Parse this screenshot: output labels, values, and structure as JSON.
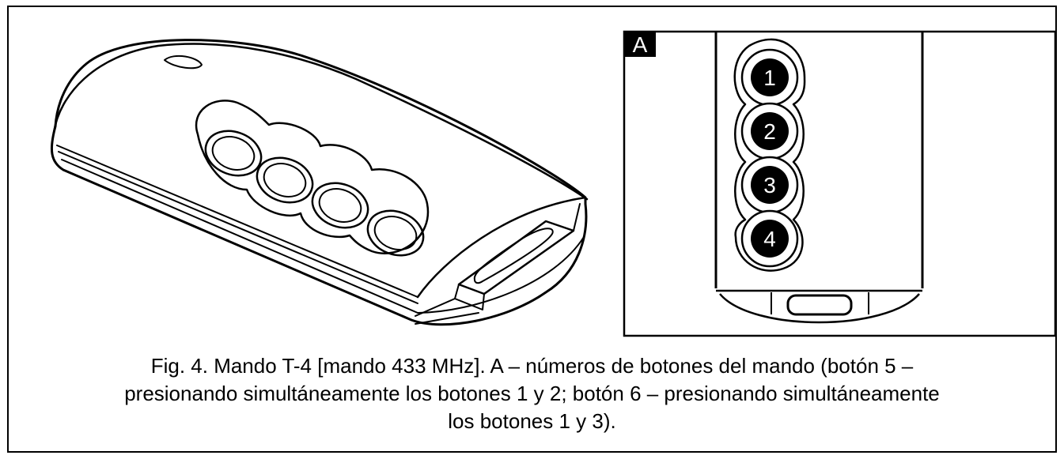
{
  "figure": {
    "inset_label": "A",
    "buttons": [
      "1",
      "2",
      "3",
      "4"
    ],
    "caption_lines": [
      "Fig. 4. Mando T-4 [mando 433 MHz]. A – números de botones del mando (botón 5 –",
      "presionando simultáneamente los botones 1 y 2; botón 6 – presionando simultáneamente",
      "los botones 1 y 3)."
    ]
  }
}
